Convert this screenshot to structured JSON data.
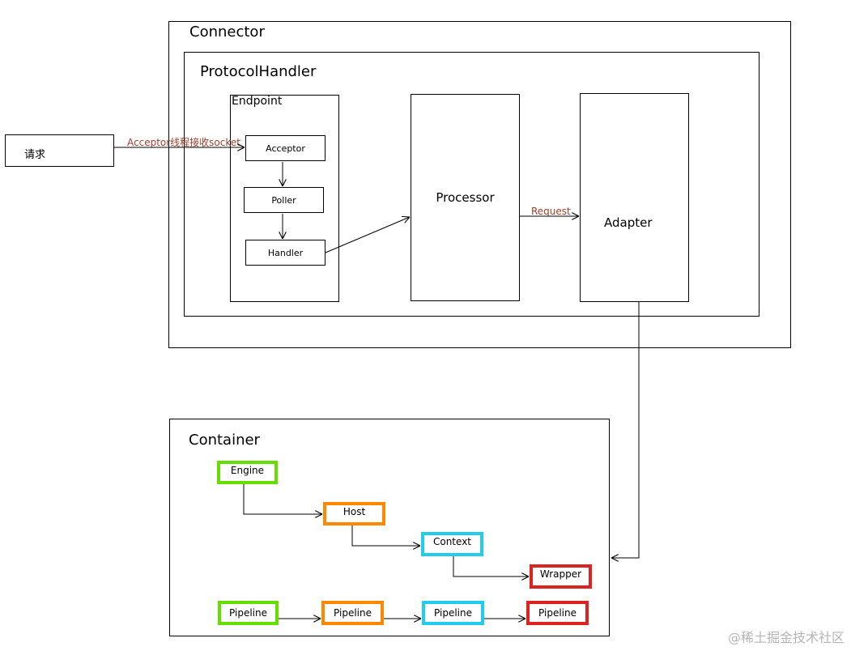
{
  "connector": {
    "title": "Connector",
    "protocol_handler": {
      "title": "ProtocolHandler",
      "endpoint": {
        "title": "Endpoint",
        "components": [
          "Acceptor",
          "Poller",
          "Handler"
        ]
      },
      "processor": "Processor",
      "adapter": "Adapter"
    }
  },
  "request_box": "请求",
  "edges": {
    "acceptor_label": "Acceptor线程接收socket",
    "request_label": "Request"
  },
  "container": {
    "title": "Container",
    "hierarchy": [
      {
        "label": "Engine",
        "color": "#66dd00"
      },
      {
        "label": "Host",
        "color": "#ff8800"
      },
      {
        "label": "Context",
        "color": "#22ccee"
      },
      {
        "label": "Wrapper",
        "color": "#dd2222"
      }
    ],
    "pipelines": [
      {
        "label": "Pipeline",
        "color": "#66dd00"
      },
      {
        "label": "Pipeline",
        "color": "#ff8800"
      },
      {
        "label": "Pipeline",
        "color": "#22ccee"
      },
      {
        "label": "Pipeline",
        "color": "#dd2222"
      }
    ]
  },
  "watermark": "@稀土掘金技术社区"
}
